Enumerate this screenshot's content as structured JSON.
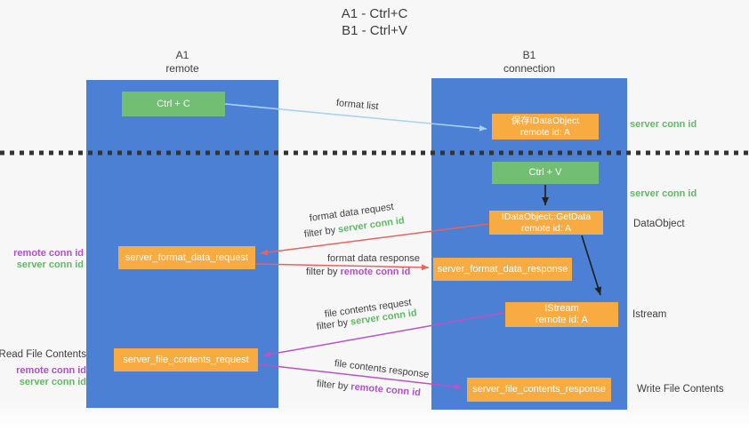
{
  "title": {
    "line1": "A1 - Ctrl+C",
    "line2": "B1 - Ctrl+V"
  },
  "columns": {
    "left": {
      "id": "A1",
      "name": "remote"
    },
    "right": {
      "id": "B1",
      "name": "connection"
    }
  },
  "nodes": {
    "ctrl_c": "Ctrl + C",
    "ctrl_v": "Ctrl + V",
    "save_idataobject": {
      "line1": "保存IDataObject",
      "line2": "remote id: A"
    },
    "getdata": {
      "line1": "IDataObject::GetData",
      "line2": "remote id: A"
    },
    "istream": {
      "line1": "IStream",
      "line2": "remote id: A"
    },
    "format_request": "server_format_data_request",
    "format_response": "server_format_data_response",
    "file_request": "server_file_contents_request",
    "file_response": "server_file_contents_response"
  },
  "side_labels": {
    "server_conn_id_top": "server conn id",
    "server_conn_id_mid": "server conn id",
    "dataobject": "DataObject",
    "istream": "Istream",
    "write_file_contents": "Write File Contents",
    "read_file_contents": "Read File Contents",
    "left_mid": {
      "remote": "remote conn id",
      "server": "server conn id"
    },
    "left_bottom": {
      "remote": "remote conn id",
      "server": "server conn id"
    }
  },
  "arrow_labels": {
    "format_list": "format list",
    "format_data_request": "format data request",
    "filter_server_1": {
      "prefix": "filter by",
      "key": "server conn id"
    },
    "format_data_response": "format data response",
    "filter_remote_1": {
      "prefix": "filter by",
      "key": "remote conn id"
    },
    "file_contents_request": "file contents request",
    "filter_server_2": {
      "prefix": "filter by",
      "key": "server conn id"
    },
    "file_contents_response": "file contents response",
    "filter_remote_2": {
      "prefix": "filter by",
      "key": "remote conn id"
    }
  },
  "colors": {
    "background": "#f7f7f8",
    "column_blue": "#4c80d4",
    "node_green": "#72bf73",
    "node_orange": "#f8ab41",
    "box_text": "#ffffff",
    "text_dark": "#3d3d3d",
    "label_green": "#5fba63",
    "label_purple": "#b14fc9",
    "arrow_red": "#e8635e",
    "arrow_purple": "#bb52c5",
    "arrow_blue": "#a8d3ee",
    "arrow_black": "#222222"
  }
}
